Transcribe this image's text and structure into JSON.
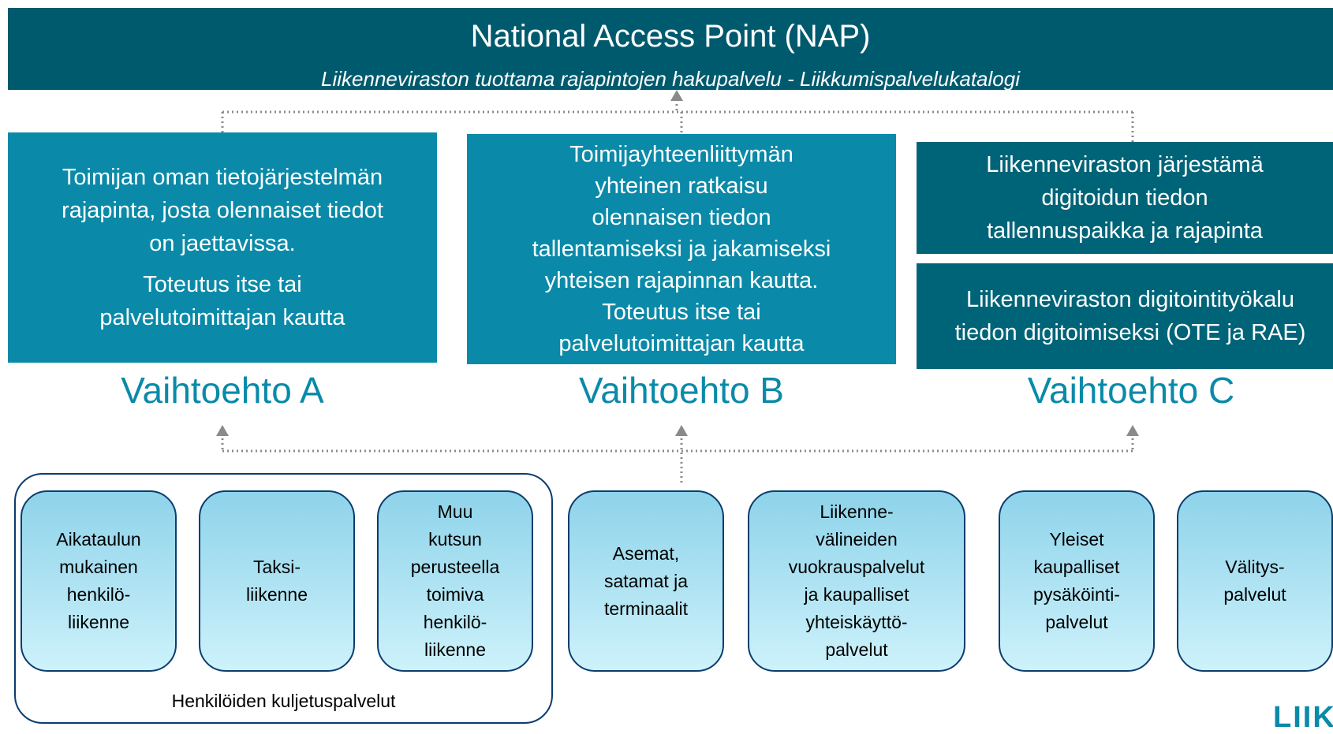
{
  "nap": {
    "title": "National Access Point (NAP)",
    "subtitle": "Liikenneviraston tuottama rajapintojen hakupalvelu - Liikkumispalvelukatalogi"
  },
  "options": {
    "a": {
      "lines1": [
        "Toimijan oman tietojärjestelmän",
        "rajapinta, josta olennaiset tiedot",
        "on jaettavissa."
      ],
      "lines2": [
        "Toteutus itse tai",
        "palvelutoimittajan kautta"
      ],
      "label": "Vaihtoehto A"
    },
    "b": {
      "lines": [
        "Toimijayhteenliittymän",
        "yhteinen ratkaisu",
        "olennaisen tiedon",
        "tallentamiseksi ja jakamiseksi",
        "yhteisen rajapinnan kautta.",
        "Toteutus itse tai",
        "palvelutoimittajan kautta"
      ],
      "label": "Vaihtoehto B"
    },
    "c": {
      "top_lines": [
        "Liikenneviraston järjestämä",
        "digitoidun tiedon",
        "tallennuspaikka ja rajapinta"
      ],
      "bottom_lines": [
        "Liikenneviraston digitointityökalu",
        "tiedon digitoimiseksi (OTE ja RAE)"
      ],
      "label": "Vaihtoehto C"
    }
  },
  "services": [
    "Aikataulun\nmukainen\nhenkilö-\nliikenne",
    "Taksi-\nliikenne",
    "Muu\nkutsun\nperusteella\ntoimiva\nhenkilö-\nliikenne",
    "Asemat,\nsatamat ja\nterminaalit",
    "Liikenne-\nvälineiden\nvuokrauspalvelut\nja kaupalliset\nyhteiskäyttö-\npalvelut",
    "Yleiset\nkaupalliset\npysäköinti-\npalvelut",
    "Välitys-\npalvelut"
  ],
  "group_label": "Henkilöiden kuljetuspalvelut",
  "logo_text": "LIIK",
  "colors": {
    "nap_bg": "#005a6e",
    "option_ab_bg": "#0a8aa8",
    "option_c_bg": "#006478",
    "option_label": "#0a8aa8",
    "service_border": "#0b3d6e",
    "connector": "#8a8a8a"
  }
}
